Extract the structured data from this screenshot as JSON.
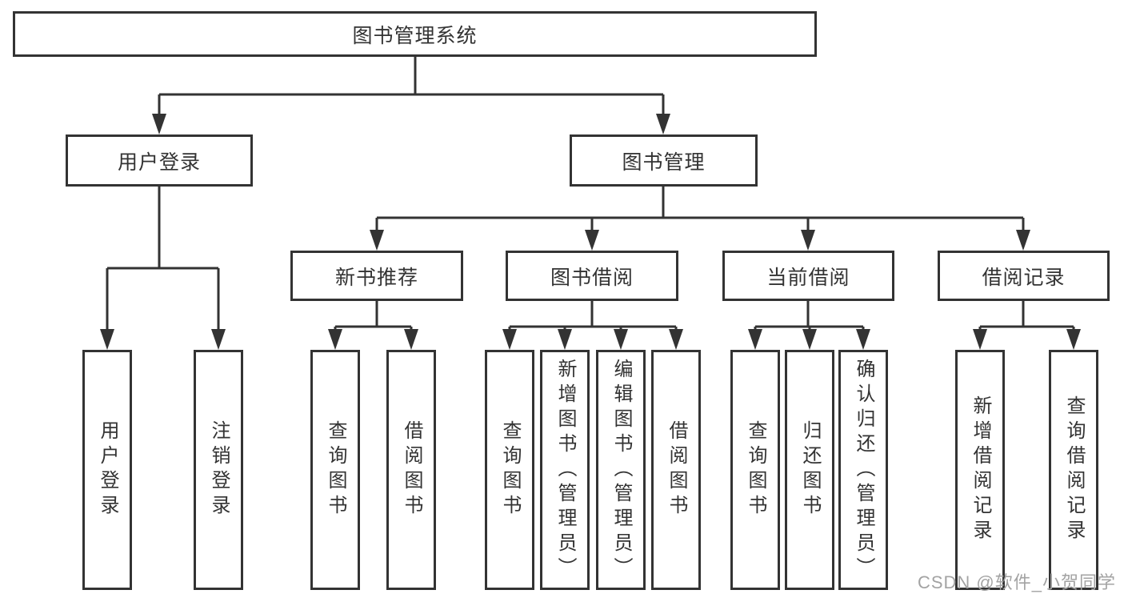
{
  "tree": {
    "root": "图书管理系统",
    "level1": {
      "user": {
        "label": "用户登录",
        "children": [
          "用户登录",
          "注销登录"
        ]
      },
      "manage": {
        "label": "图书管理"
      }
    },
    "groups": [
      {
        "label": "新书推荐",
        "children": [
          "查询图书",
          "借阅图书"
        ]
      },
      {
        "label": "图书借阅",
        "children": [
          "查询图书",
          "新增图书（管理员）",
          "编辑图书（管理员）",
          "借阅图书"
        ]
      },
      {
        "label": "当前借阅",
        "children": [
          "查询图书",
          "归还图书",
          "确认归还（管理员）"
        ]
      },
      {
        "label": "借阅记录",
        "children": [
          "新增借阅记录",
          "查询借阅记录"
        ]
      }
    ]
  },
  "watermark": "CSDN @软件_小贺同学",
  "colors": {
    "line": "#333333",
    "text": "#333333",
    "watermark": "#a3a3a3",
    "background": "#ffffff"
  }
}
